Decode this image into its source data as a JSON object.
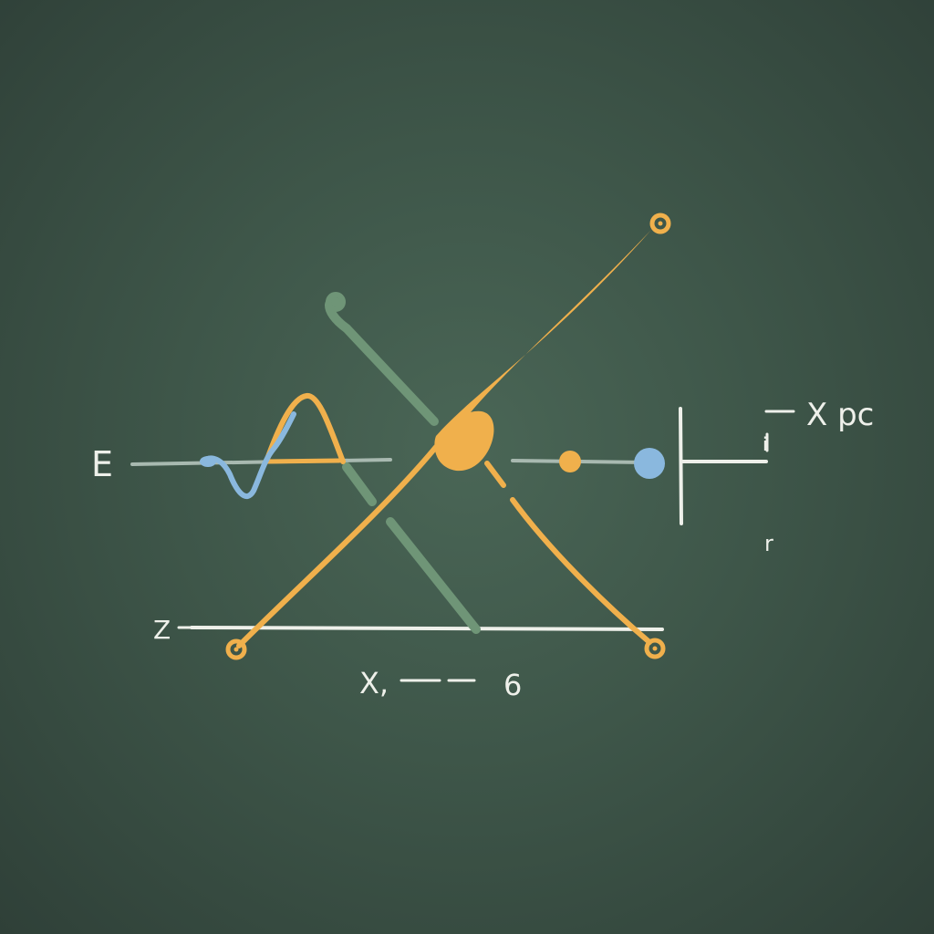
{
  "labels": {
    "e": "E",
    "z": "Z",
    "xp": "X pc",
    "x_dash": "X,",
    "six": "6",
    "r": "r",
    "i": "i"
  },
  "colors": {
    "background": "#3e5649",
    "chalk_white": "#eef0ea",
    "orange": "#f0b04c",
    "green": "#6f9577",
    "blue": "#8ab8de",
    "gray_line": "#a8b9b0"
  }
}
